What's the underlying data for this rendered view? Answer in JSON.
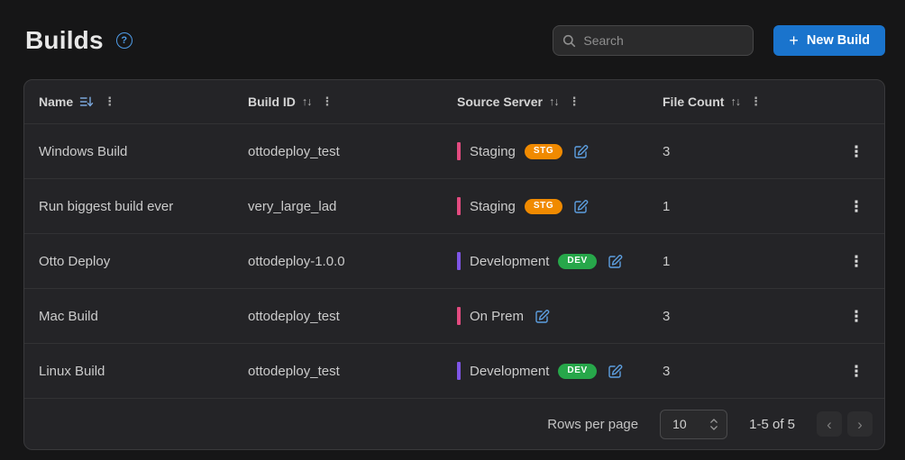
{
  "page": {
    "title": "Builds"
  },
  "icons": {
    "help": "?",
    "plus": "+",
    "kebab": "⋮",
    "sort_unsorted": "↑↓",
    "chevron_left": "‹",
    "chevron_right": "›"
  },
  "toolbar": {
    "search_placeholder": "Search",
    "new_build_label": "New Build"
  },
  "table": {
    "columns": [
      {
        "label": "Name",
        "sorted": true
      },
      {
        "label": "Build ID",
        "sorted": false
      },
      {
        "label": "Source Server",
        "sorted": false
      },
      {
        "label": "File Count",
        "sorted": false
      }
    ],
    "rows": [
      {
        "name": "Windows Build",
        "build_id": "ottodeploy_test",
        "server": "Staging",
        "bar_color": "#e34b80",
        "badge": "STG",
        "badge_color": "#f08a00",
        "file_count": "3"
      },
      {
        "name": "Run biggest build ever",
        "build_id": "very_large_lad",
        "server": "Staging",
        "bar_color": "#e34b80",
        "badge": "STG",
        "badge_color": "#f08a00",
        "file_count": "1"
      },
      {
        "name": "Otto Deploy",
        "build_id": "ottodeploy-1.0.0",
        "server": "Development",
        "bar_color": "#7e55e6",
        "badge": "DEV",
        "badge_color": "#27a74a",
        "file_count": "1"
      },
      {
        "name": "Mac Build",
        "build_id": "ottodeploy_test",
        "server": "On Prem",
        "bar_color": "#e34b80",
        "file_count": "3"
      },
      {
        "name": "Linux Build",
        "build_id": "ottodeploy_test",
        "server": "Development",
        "bar_color": "#7e55e6",
        "badge": "DEV",
        "badge_color": "#27a74a",
        "file_count": "3"
      }
    ]
  },
  "pagination": {
    "rows_per_page_label": "Rows per page",
    "rows_per_page_value": "10",
    "range_label": "1-5 of 5"
  },
  "colors": {
    "accent_blue": "#1a74cd",
    "icon_blue": "#5d9fe0",
    "badge_orange": "#f08a00",
    "badge_green": "#27a74a",
    "bar_pink": "#e34b80",
    "bar_purple": "#7e55e6"
  }
}
